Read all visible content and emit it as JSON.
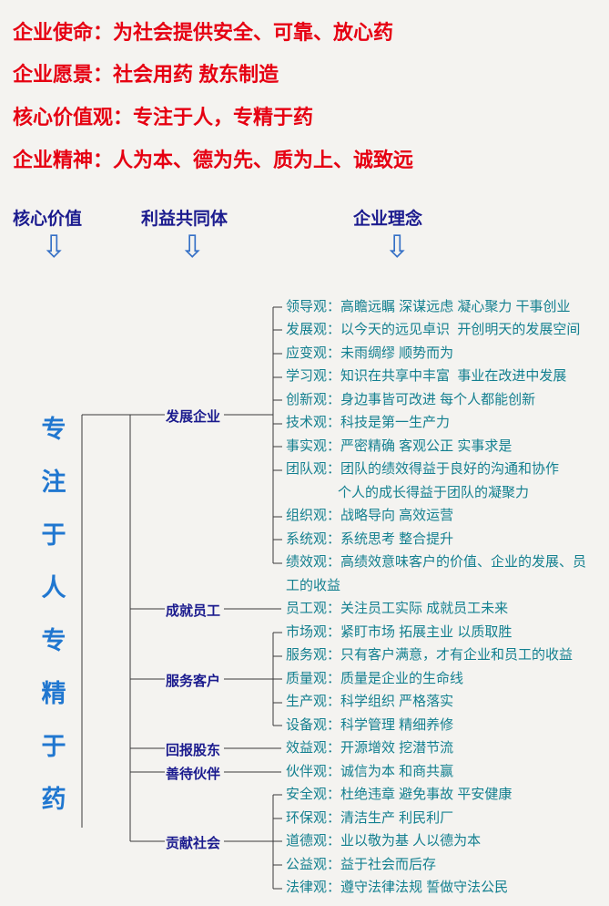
{
  "header": {
    "lines": [
      "企业使命：为社会提供安全、可靠、放心药",
      "企业愿景：社会用药 敖东制造",
      "核心价值观：专注于人，专精于药",
      "企业精神：人为本、德为先、质为上、诚致远"
    ]
  },
  "columns": [
    {
      "title": "核心价值"
    },
    {
      "title": "利益共同体"
    },
    {
      "title": "企业理念"
    }
  ],
  "icons": {
    "down_arrow": "⇩"
  },
  "core_value": {
    "text": "专注于人专精于药"
  },
  "colors": {
    "accent_red": "#e60012",
    "navy": "#1b1b8e",
    "blue": "#2077d0",
    "teal": "#148090"
  },
  "tree": {
    "groups": [
      {
        "node": "发展企业",
        "leaves": [
          {
            "text": "领导观：高瞻远瞩 深谋远虑 凝心聚力 干事创业"
          },
          {
            "text": "发展观：以今天的远见卓识  开创明天的发展空间"
          },
          {
            "text": "应变观：未雨绸缪 顺势而为"
          },
          {
            "text": "学习观：知识在共享中丰富  事业在改进中发展"
          },
          {
            "text": "创新观：身边事皆可改进 每个人都能创新"
          },
          {
            "text": "技术观：科技是第一生产力"
          },
          {
            "text": "事实观：严密精确 客观公正 实事求是"
          },
          {
            "text": "团队观：团队的绩效得益于良好的沟通和协作",
            "text2": "个人的成长得益于团队的凝聚力"
          },
          {
            "text": "组织观：战略导向 高效运营"
          },
          {
            "text": "系统观：系统思考 整合提升"
          },
          {
            "text": "绩效观：高绩效意味客户的价值、企业的发展、员",
            "text2": "工的收益"
          }
        ]
      },
      {
        "node": "成就员工",
        "leaves": [
          {
            "text": "员工观：关注员工实际 成就员工未来"
          }
        ]
      },
      {
        "node": "服务客户",
        "leaves": [
          {
            "text": "市场观：紧盯市场 拓展主业 以质取胜"
          },
          {
            "text": "服务观：只有客户满意，才有企业和员工的收益"
          },
          {
            "text": "质量观：质量是企业的生命线"
          },
          {
            "text": "生产观：科学组织 严格落实"
          },
          {
            "text": "设备观：科学管理 精细养修"
          }
        ]
      },
      {
        "node": "回报股东",
        "leaves": [
          {
            "text": "效益观：开源增效 挖潜节流"
          }
        ]
      },
      {
        "node": "善待伙伴",
        "leaves": [
          {
            "text": "伙伴观：诚信为本 和商共赢"
          }
        ]
      },
      {
        "node": "贡献社会",
        "leaves": [
          {
            "text": "安全观：杜绝违章 避免事故 平安健康"
          },
          {
            "text": "环保观：清洁生产 利民利厂"
          },
          {
            "text": "道德观：业以敬为基 人以德为本"
          },
          {
            "text": "公益观：益于社会而后存"
          },
          {
            "text": "法律观：遵守法律法规 誓做守法公民"
          }
        ]
      }
    ]
  }
}
